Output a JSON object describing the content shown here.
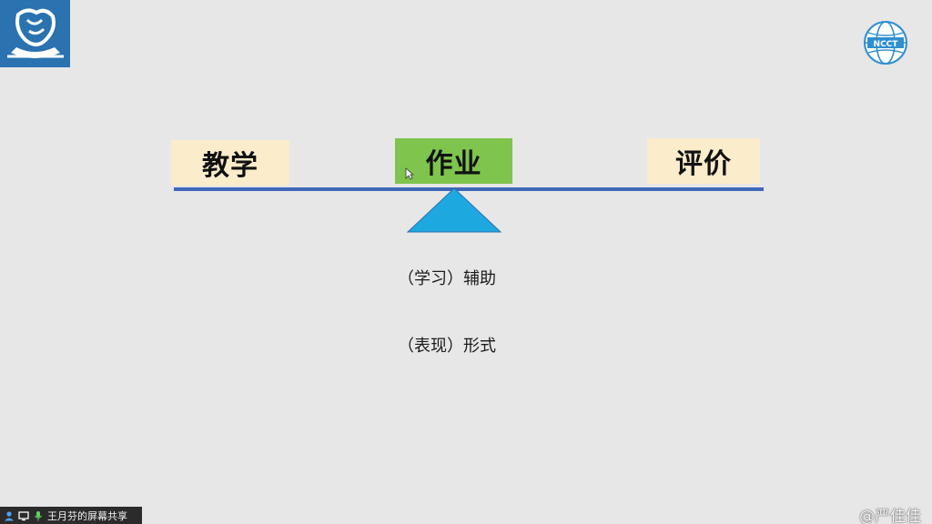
{
  "slide": {
    "box_left": "教学",
    "box_center": "作业",
    "box_right": "评价",
    "caption_1": "（学习）辅助",
    "caption_2": "（表现）形式"
  },
  "logos": {
    "right_logo_text": "NCCT"
  },
  "sharebar": {
    "label": "王月芬的屏幕共享"
  },
  "watermark": {
    "text": "@严佳佳"
  },
  "icons": {
    "left_logo": "school-logo-icon",
    "right_logo": "ncct-globe-logo-icon",
    "user": "user-icon",
    "screen": "screen-share-icon",
    "mic": "microphone-icon",
    "cursor": "mouse-cursor-icon"
  },
  "colors": {
    "background": "#e7e7e7",
    "side_box": "#fbeccb",
    "center_box": "#7ec44d",
    "beam": "#3e68b8",
    "fulcrum": "#1ea8e0",
    "logo_blue": "#2e79b6"
  }
}
